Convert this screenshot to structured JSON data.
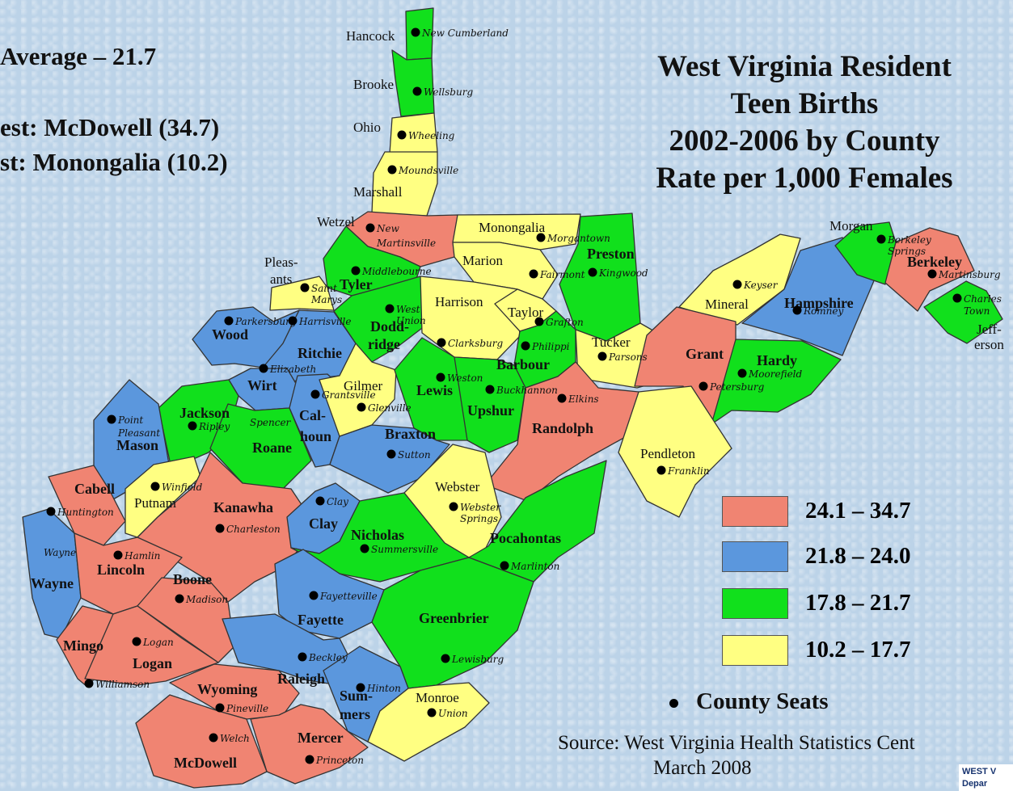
{
  "stats": {
    "average": "Average – 21.7",
    "highest": "est:  McDowell (34.7)",
    "lowest": "st:  Monongalia (10.2)"
  },
  "title": {
    "line1": "West Virginia Resident",
    "line2": "Teen Births",
    "line3": "2002-2006 by County",
    "line4": "Rate per 1,000 Females"
  },
  "colors": {
    "red": "#f08472",
    "blue": "#5b97dd",
    "green": "#11e01c",
    "yellow": "#ffff82",
    "border": "#333333"
  },
  "legend": [
    {
      "range": "24.1 – 34.7",
      "color": "#f08472"
    },
    {
      "range": "21.8 – 24.0",
      "color": "#5b97dd"
    },
    {
      "range": "17.8 – 21.7",
      "color": "#11e01c"
    },
    {
      "range": "10.2 – 17.7",
      "color": "#ffff82"
    }
  ],
  "seats_label": "County Seats",
  "source": {
    "line1": "Source:  West Virginia Health Statistics Cent",
    "line2": "March 2008"
  },
  "logo": {
    "line1": "WEST V",
    "line2": "Depar"
  },
  "counties": [
    {
      "name": "Hancock",
      "class": "green"
    },
    {
      "name": "Brooke",
      "class": "green"
    },
    {
      "name": "Ohio",
      "class": "yellow"
    },
    {
      "name": "Marshall",
      "class": "yellow"
    },
    {
      "name": "Wetzel",
      "class": "red"
    },
    {
      "name": "Monongalia",
      "class": "yellow"
    },
    {
      "name": "Marion",
      "class": "yellow"
    },
    {
      "name": "Preston",
      "class": "green"
    },
    {
      "name": "Tyler",
      "class": "green"
    },
    {
      "name": "Pleas-ants",
      "class": "yellow"
    },
    {
      "name": "Wood",
      "class": "blue"
    },
    {
      "name": "Ritchie",
      "class": "blue"
    },
    {
      "name": "Doddridge",
      "class": "green"
    },
    {
      "name": "Harrison",
      "class": "yellow"
    },
    {
      "name": "Taylor",
      "class": "yellow"
    },
    {
      "name": "Barbour",
      "class": "green"
    },
    {
      "name": "Tucker",
      "class": "yellow"
    },
    {
      "name": "Mineral",
      "class": "yellow"
    },
    {
      "name": "Hampshire",
      "class": "blue"
    },
    {
      "name": "Morgan",
      "class": "green"
    },
    {
      "name": "Berkeley",
      "class": "red"
    },
    {
      "name": "Jefferson",
      "class": "green"
    },
    {
      "name": "Grant",
      "class": "red"
    },
    {
      "name": "Hardy",
      "class": "green"
    },
    {
      "name": "Wirt",
      "class": "blue"
    },
    {
      "name": "Calhoun",
      "class": "blue"
    },
    {
      "name": "Gilmer",
      "class": "yellow"
    },
    {
      "name": "Lewis",
      "class": "green"
    },
    {
      "name": "Upshur",
      "class": "green"
    },
    {
      "name": "Randolph",
      "class": "red"
    },
    {
      "name": "Pendleton",
      "class": "yellow"
    },
    {
      "name": "Jackson",
      "class": "green"
    },
    {
      "name": "Roane",
      "class": "green"
    },
    {
      "name": "Mason",
      "class": "blue"
    },
    {
      "name": "Braxton",
      "class": "blue"
    },
    {
      "name": "Webster",
      "class": "yellow"
    },
    {
      "name": "Pocahontas",
      "class": "green"
    },
    {
      "name": "Cabell",
      "class": "red"
    },
    {
      "name": "Putnam",
      "class": "yellow"
    },
    {
      "name": "Kanawha",
      "class": "red"
    },
    {
      "name": "Clay",
      "class": "blue"
    },
    {
      "name": "Nicholas",
      "class": "green"
    },
    {
      "name": "Wayne",
      "class": "blue"
    },
    {
      "name": "Lincoln",
      "class": "red"
    },
    {
      "name": "Boone",
      "class": "red"
    },
    {
      "name": "Fayette",
      "class": "blue"
    },
    {
      "name": "Greenbrier",
      "class": "green"
    },
    {
      "name": "Mingo",
      "class": "red"
    },
    {
      "name": "Logan",
      "class": "red"
    },
    {
      "name": "Raleigh",
      "class": "blue"
    },
    {
      "name": "Wyoming",
      "class": "red"
    },
    {
      "name": "Summers",
      "class": "blue"
    },
    {
      "name": "Monroe",
      "class": "yellow"
    },
    {
      "name": "Mercer",
      "class": "red"
    },
    {
      "name": "McDowell",
      "class": "red"
    }
  ],
  "county_labels": [
    {
      "text": "Hancock",
      "bold": false
    },
    {
      "text": "Brooke",
      "bold": false
    },
    {
      "text": "Ohio",
      "bold": false
    },
    {
      "text": "Marshall",
      "bold": false
    },
    {
      "text": "Wetzel",
      "bold": false
    },
    {
      "text": "Monongalia",
      "bold": false
    },
    {
      "text": "Marion",
      "bold": false
    },
    {
      "text": "Preston",
      "bold": true
    },
    {
      "text": "Tyler",
      "bold": true
    },
    {
      "text": "Pleas-",
      "bold": false
    },
    {
      "text": "ants",
      "bold": false
    },
    {
      "text": "Wood",
      "bold": true
    },
    {
      "text": "Ritchie",
      "bold": true
    },
    {
      "text": "Dodd-",
      "bold": true
    },
    {
      "text": "ridge",
      "bold": true
    },
    {
      "text": "Harrison",
      "bold": false
    },
    {
      "text": "Taylor",
      "bold": false
    },
    {
      "text": "Barbour",
      "bold": true
    },
    {
      "text": "Tucker",
      "bold": false
    },
    {
      "text": "Mineral",
      "bold": false
    },
    {
      "text": "Hampshire",
      "bold": true
    },
    {
      "text": "Morgan",
      "bold": false
    },
    {
      "text": "Berkeley",
      "bold": true
    },
    {
      "text": "Jeff-",
      "bold": false
    },
    {
      "text": "erson",
      "bold": false
    },
    {
      "text": "Grant",
      "bold": true
    },
    {
      "text": "Hardy",
      "bold": true
    },
    {
      "text": "Wirt",
      "bold": true
    },
    {
      "text": "Cal-",
      "bold": true
    },
    {
      "text": "houn",
      "bold": true
    },
    {
      "text": "Gilmer",
      "bold": false
    },
    {
      "text": "Lewis",
      "bold": true
    },
    {
      "text": "Upshur",
      "bold": true
    },
    {
      "text": "Randolph",
      "bold": true
    },
    {
      "text": "Pendleton",
      "bold": false
    },
    {
      "text": "Jackson",
      "bold": true
    },
    {
      "text": "Roane",
      "bold": true
    },
    {
      "text": "Mason",
      "bold": true
    },
    {
      "text": "Braxton",
      "bold": true
    },
    {
      "text": "Webster",
      "bold": false
    },
    {
      "text": "Pocahontas",
      "bold": true
    },
    {
      "text": "Cabell",
      "bold": true
    },
    {
      "text": "Putnam",
      "bold": false
    },
    {
      "text": "Kanawha",
      "bold": true
    },
    {
      "text": "Clay",
      "bold": true
    },
    {
      "text": "Nicholas",
      "bold": true
    },
    {
      "text": "Wayne",
      "bold": true
    },
    {
      "text": "Lincoln",
      "bold": true
    },
    {
      "text": "Boone",
      "bold": true
    },
    {
      "text": "Fayette",
      "bold": true
    },
    {
      "text": "Greenbrier",
      "bold": true
    },
    {
      "text": "Mingo",
      "bold": true
    },
    {
      "text": "Logan",
      "bold": true
    },
    {
      "text": "Raleigh",
      "bold": true
    },
    {
      "text": "Wyoming",
      "bold": true
    },
    {
      "text": "Sum-",
      "bold": true
    },
    {
      "text": "mers",
      "bold": true
    },
    {
      "text": "Monroe",
      "bold": false
    },
    {
      "text": "Mercer",
      "bold": true
    },
    {
      "text": "McDowell",
      "bold": true
    }
  ],
  "seats": [
    "New Cumberland",
    "Wellsburg",
    "Wheeling",
    "Moundsville",
    "New",
    "Martinsville",
    "Morgantown",
    "Fairmont",
    "Kingwood",
    "Middlebourne",
    "Saint",
    "Marys",
    "Parkersburg",
    "Harrisville",
    "West",
    "Union",
    "Clarksburg",
    "Grafton",
    "Philippi",
    "Parsons",
    "Keyser",
    "Romney",
    "Berkeley",
    "Springs",
    "Martinsburg",
    "Charles",
    "Town",
    "Petersburg",
    "Moorefield",
    "Elizabeth",
    "Grantsville",
    "Glenville",
    "Weston",
    "Buckhannon",
    "Elkins",
    "Franklin",
    "Point",
    "Pleasant",
    "Ripley",
    "Spencer",
    "Sutton",
    "Webster",
    "Springs",
    "Winfield",
    "Huntington",
    "Charleston",
    "Clay",
    "Summersville",
    "Marlinton",
    "Wayne",
    "Hamlin",
    "Madison",
    "Fayetteville",
    "Logan",
    "Beckley",
    "Lewisburg",
    "Williamson",
    "Hinton",
    "Pineville",
    "Union",
    "Welch",
    "Princeton"
  ]
}
